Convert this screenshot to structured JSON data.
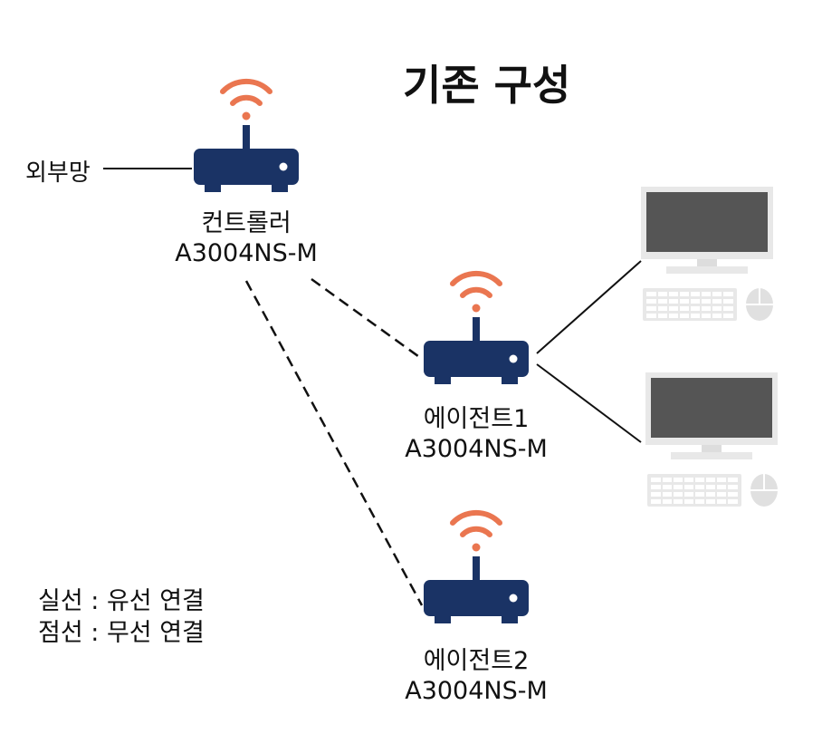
{
  "title": "기존 구성",
  "external_network": "외부망",
  "colors": {
    "router": "#1a3365",
    "wifi": "#ea7650",
    "pc_light": "#e8e8e8",
    "pc_screen": "#555555",
    "line": "#111111"
  },
  "nodes": {
    "controller": {
      "role": "컨트롤러",
      "model": "A3004NS-M",
      "icon": "wifi-router-icon"
    },
    "agent1": {
      "role": "에이전트1",
      "model": "A3004NS-M",
      "icon": "wifi-router-icon"
    },
    "agent2": {
      "role": "에이전트2",
      "model": "A3004NS-M",
      "icon": "wifi-router-icon"
    }
  },
  "computers": [
    {
      "icon": "desktop-computer-icon"
    },
    {
      "icon": "desktop-computer-icon"
    }
  ],
  "legend": {
    "solid": "실선 : 유선 연결",
    "dashed": "점선 : 무선 연결"
  }
}
